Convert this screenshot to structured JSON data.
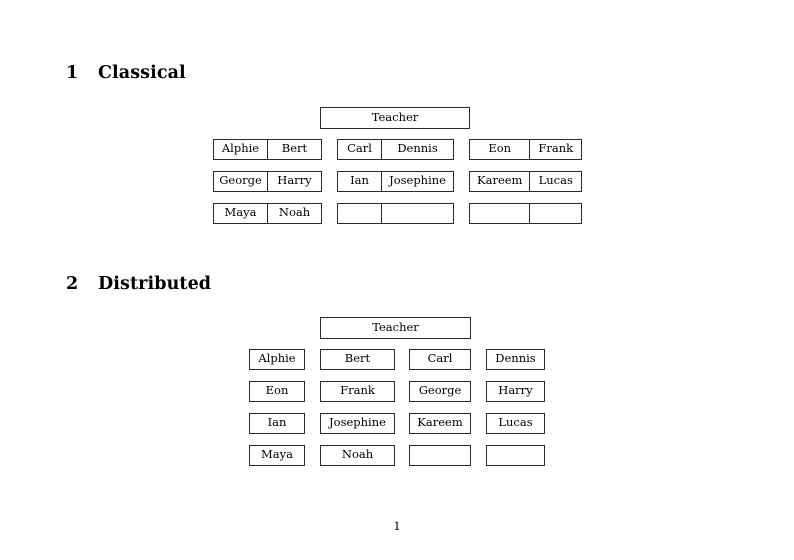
{
  "document": {
    "page_number": "1",
    "sections": [
      {
        "number": "1",
        "title": "Classical",
        "teacher_label": "Teacher",
        "groups": [
          {
            "rows": [
              [
                "Alphie",
                "Bert"
              ],
              [
                "George",
                "Harry"
              ],
              [
                "Maya",
                "Noah"
              ]
            ]
          },
          {
            "rows": [
              [
                "Carl",
                "Dennis"
              ],
              [
                "Ian",
                "Josephine"
              ],
              [
                "",
                ""
              ]
            ]
          },
          {
            "rows": [
              [
                "Eon",
                "Frank"
              ],
              [
                "Kareem",
                "Lucas"
              ],
              [
                "",
                ""
              ]
            ]
          }
        ]
      },
      {
        "number": "2",
        "title": "Distributed",
        "teacher_label": "Teacher",
        "rows": [
          [
            "Alphie",
            "Bert",
            "Carl",
            "Dennis"
          ],
          [
            "Eon",
            "Frank",
            "George",
            "Harry"
          ],
          [
            "Ian",
            "Josephine",
            "Kareem",
            "Lucas"
          ],
          [
            "Maya",
            "Noah",
            "",
            ""
          ]
        ]
      }
    ]
  },
  "style": {
    "border_color": "#2b2b2b",
    "page_background": "#ffffff",
    "text_color": "#000000"
  }
}
